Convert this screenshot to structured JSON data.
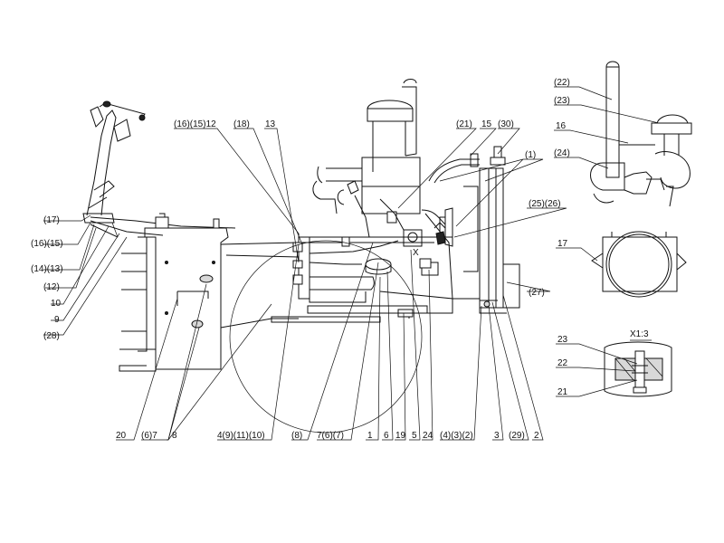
{
  "labels": {
    "l16_15_12": "(16)(15)12",
    "l18": "(18)",
    "l13": "13",
    "l21": "(21)",
    "l15": "15",
    "l30": "(30)",
    "l1": "(1)",
    "l25_26": "(25)(26)",
    "l27": "(27)",
    "l17": "(17)",
    "l16_15": "(16)(15)",
    "l14_13": "(14)(13)",
    "l12": "(12)",
    "l10": "10",
    "l9": "9",
    "l28": "(28)",
    "lX": "X",
    "b20": "20",
    "b6_7": "(6)7",
    "b8": "8",
    "b4_9_11_10": "4(9)(11)(10)",
    "b8p": "(8)",
    "b7_6_7": "7(6)(7)",
    "b1": "1",
    "b6": "6",
    "b19": "19",
    "b5": "5",
    "b24": "24",
    "b4_3_2": "(4)(3)(2)",
    "b3": "3",
    "b29": "(29)",
    "b2": "2",
    "r22": "(22)",
    "r23": "(23)",
    "r16": "16",
    "r24": "(24)",
    "r17": "17",
    "x13": "X1:3",
    "d23": "23",
    "d22": "22",
    "d21": "21"
  }
}
